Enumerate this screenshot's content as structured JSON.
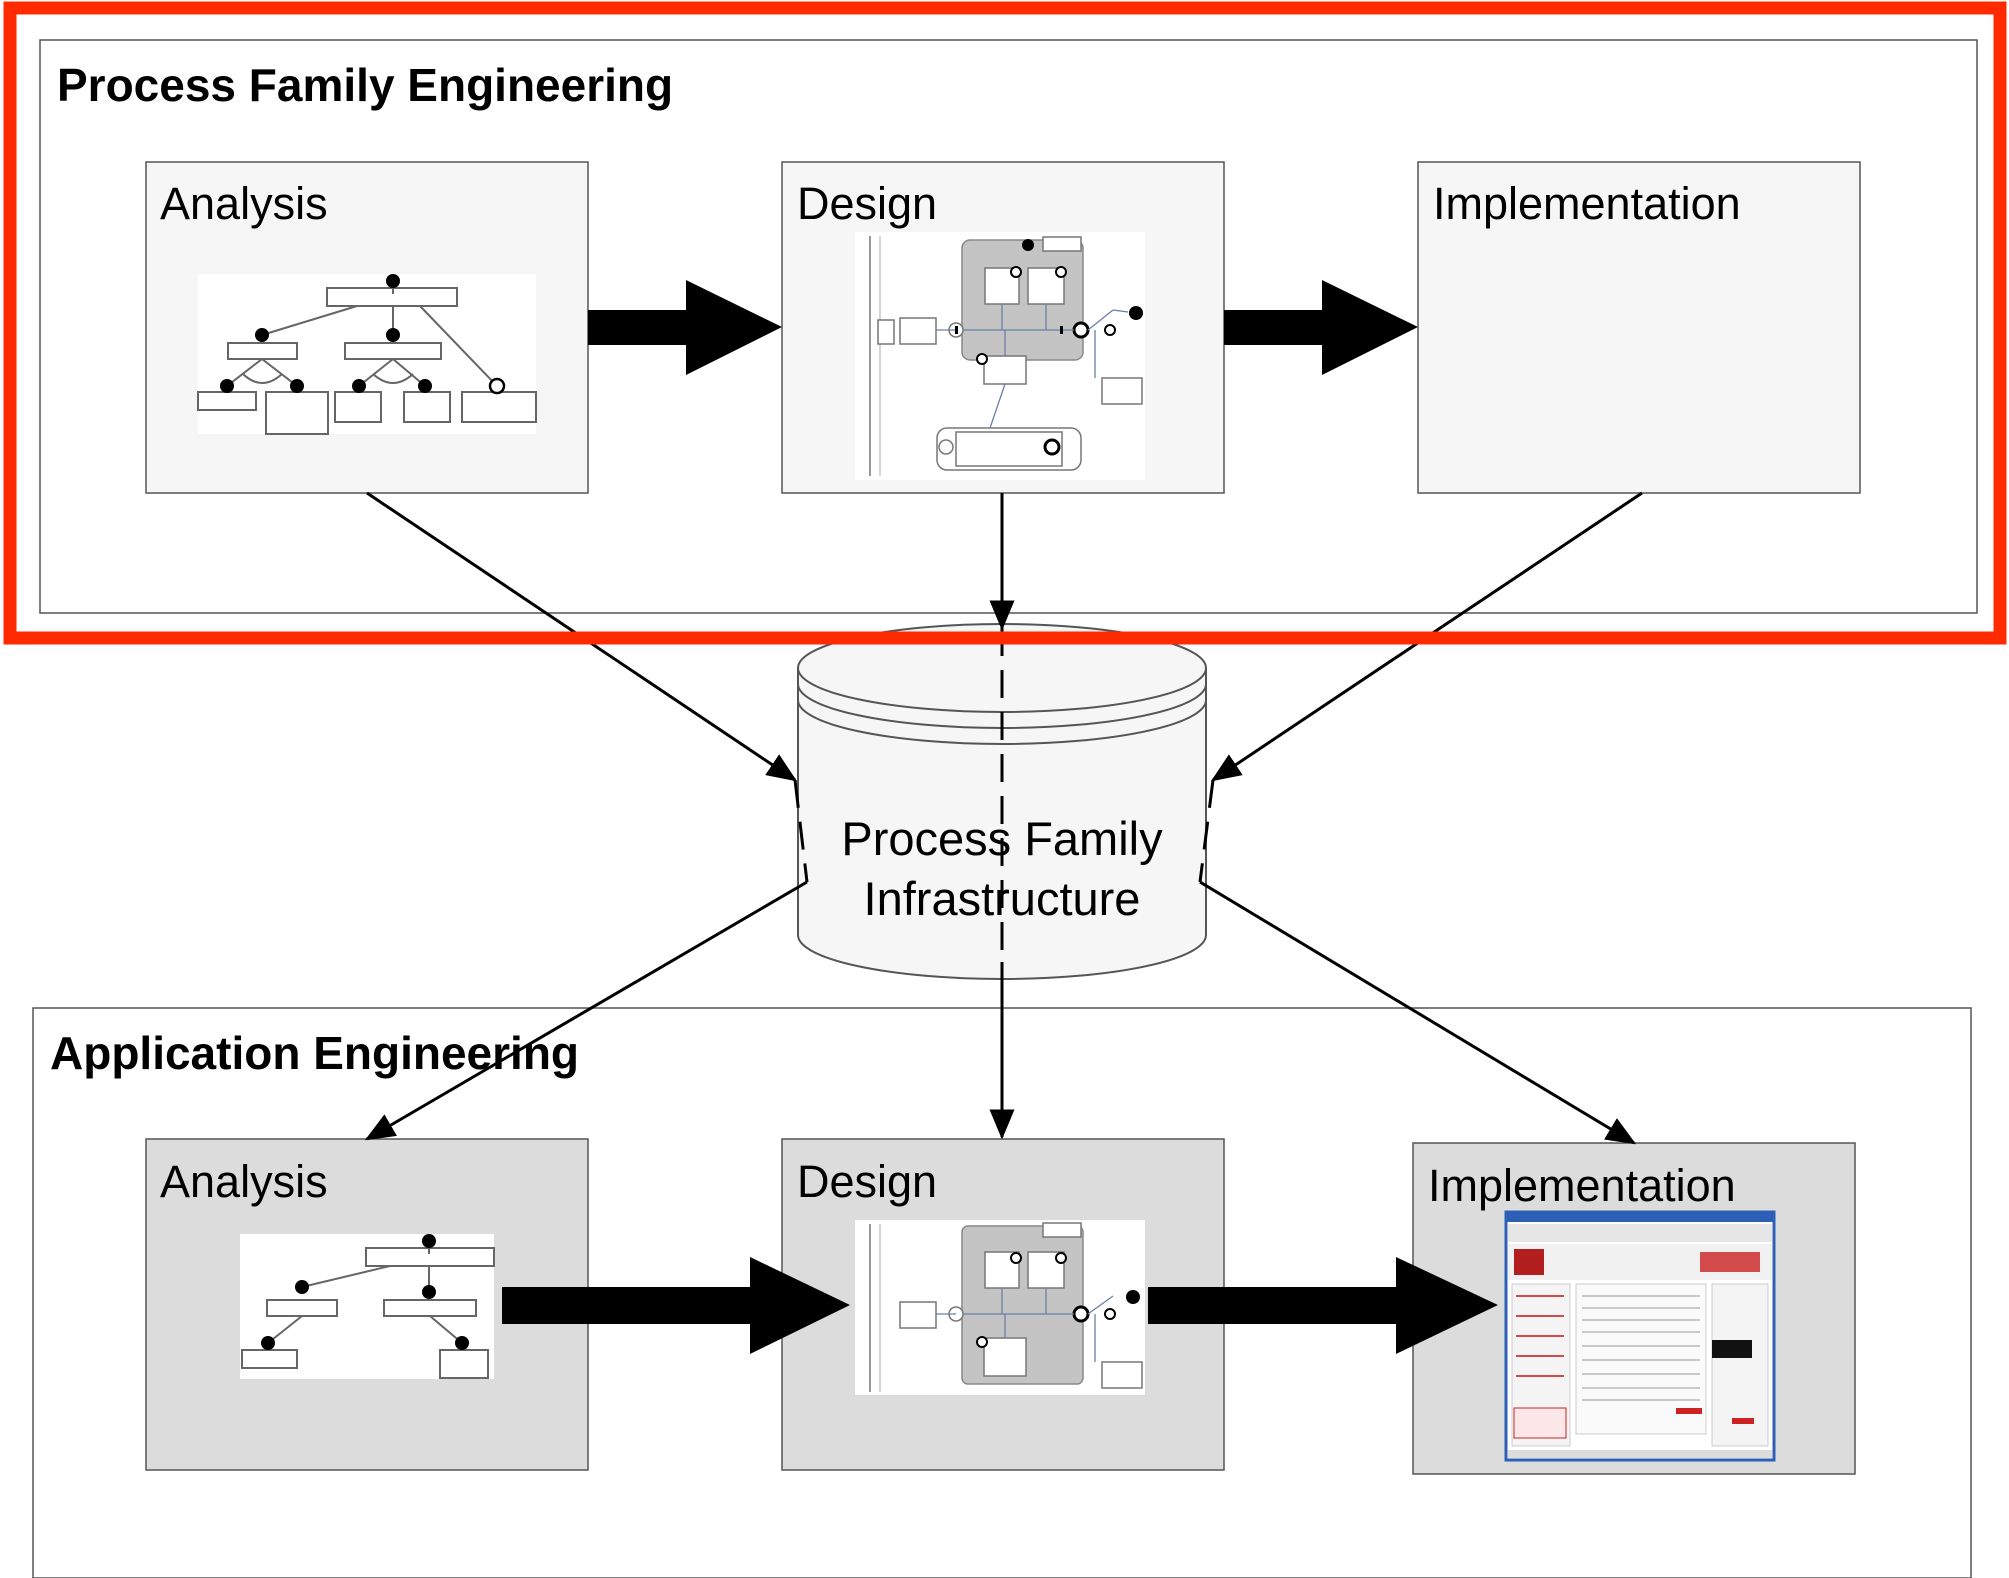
{
  "colors": {
    "highlight_border": "#ff2a00",
    "upper_box_fill": "#f6f6f6",
    "lower_box_fill": "#dcdcdc",
    "arrow": "#000000"
  },
  "top_section": {
    "title": "Process Family Engineering",
    "boxes": [
      {
        "title": "Analysis",
        "content": "feature-tree-thumbnail"
      },
      {
        "title": "Design",
        "content": "process-diagram-thumbnail"
      },
      {
        "title": "Implementation",
        "content": "empty"
      }
    ]
  },
  "repository": {
    "line1": "Process Family",
    "line2": "Infrastructure",
    "icon": "database-cylinder-icon"
  },
  "bottom_section": {
    "title": "Application Engineering",
    "boxes": [
      {
        "title": "Analysis",
        "content": "feature-tree-thumbnail"
      },
      {
        "title": "Design",
        "content": "process-diagram-thumbnail"
      },
      {
        "title": "Implementation",
        "content": "web-application-screenshot-thumbnail"
      }
    ]
  }
}
